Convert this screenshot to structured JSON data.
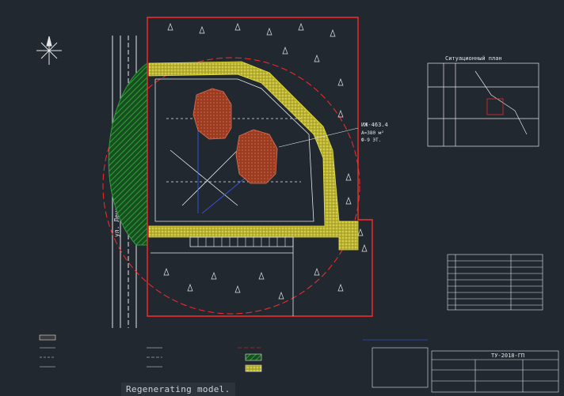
{
  "status": {
    "message": "Regenerating model."
  },
  "drawing": {
    "street_label": "ул. Ленина",
    "title_main": "ТУ-2018-ГП",
    "callouts": {
      "building_label": "ИЖ-463.4",
      "building_sub1": "А=380 м²",
      "building_sub2": "Ф-9 ЭТ."
    },
    "inset_title": "Ситуационный план",
    "colors": {
      "background": "#212830",
      "red_line": "#ff2a2a",
      "yellow_hatch": "#e8e040",
      "green_hatch": "#1f7a2a",
      "building_fill": "#b2482c",
      "white_line": "#e6e6e6"
    }
  }
}
